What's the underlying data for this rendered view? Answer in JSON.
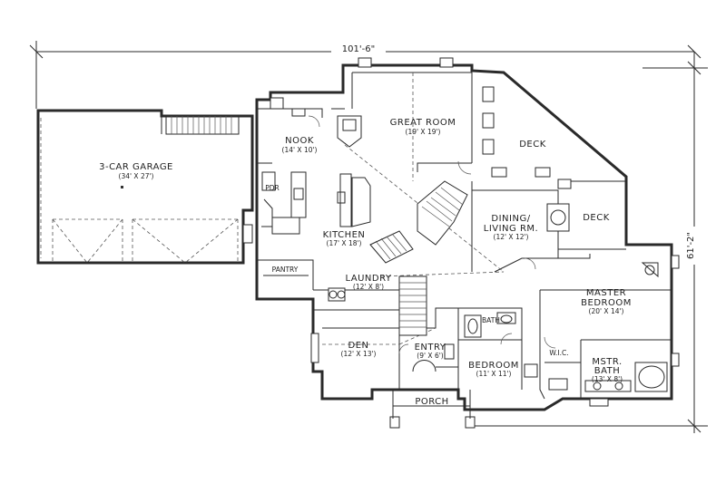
{
  "dimensions": {
    "overall_width": "101'-6\"",
    "overall_depth": "61'-2\""
  },
  "rooms": {
    "garage": {
      "name": "3-CAR GARAGE",
      "size": "(34' X 27')"
    },
    "nook": {
      "name": "NOOK",
      "size": "(14' X 10')"
    },
    "great_room": {
      "name": "GREAT ROOM",
      "size": "(19' X 19')"
    },
    "deck_upper": {
      "name": "DECK"
    },
    "deck_right": {
      "name": "DECK"
    },
    "pdr": {
      "name": "PDR"
    },
    "kitchen": {
      "name": "KITCHEN",
      "size": "(17' X 18')"
    },
    "dining": {
      "name": "DINING/",
      "name2": "LIVING RM.",
      "size": "(12' X 12')"
    },
    "pantry": {
      "name": "PANTRY"
    },
    "laundry": {
      "name": "LAUNDRY",
      "size": "(12' X 8')"
    },
    "master_bedroom": {
      "name": "MASTER",
      "name2": "BEDROOM",
      "size": "(20' X 14')"
    },
    "bath": {
      "name": "BATH"
    },
    "den": {
      "name": "DEN",
      "size": "(12' X 13')"
    },
    "entry": {
      "name": "ENTRY",
      "size": "(9' X 6')"
    },
    "bedroom": {
      "name": "BEDROOM",
      "size": "(11' X 11')"
    },
    "wic": {
      "name": "W.I.C."
    },
    "master_bath": {
      "name": "MSTR.",
      "name2": "BATH",
      "size": "(13' X 8')"
    },
    "porch": {
      "name": "PORCH"
    }
  }
}
